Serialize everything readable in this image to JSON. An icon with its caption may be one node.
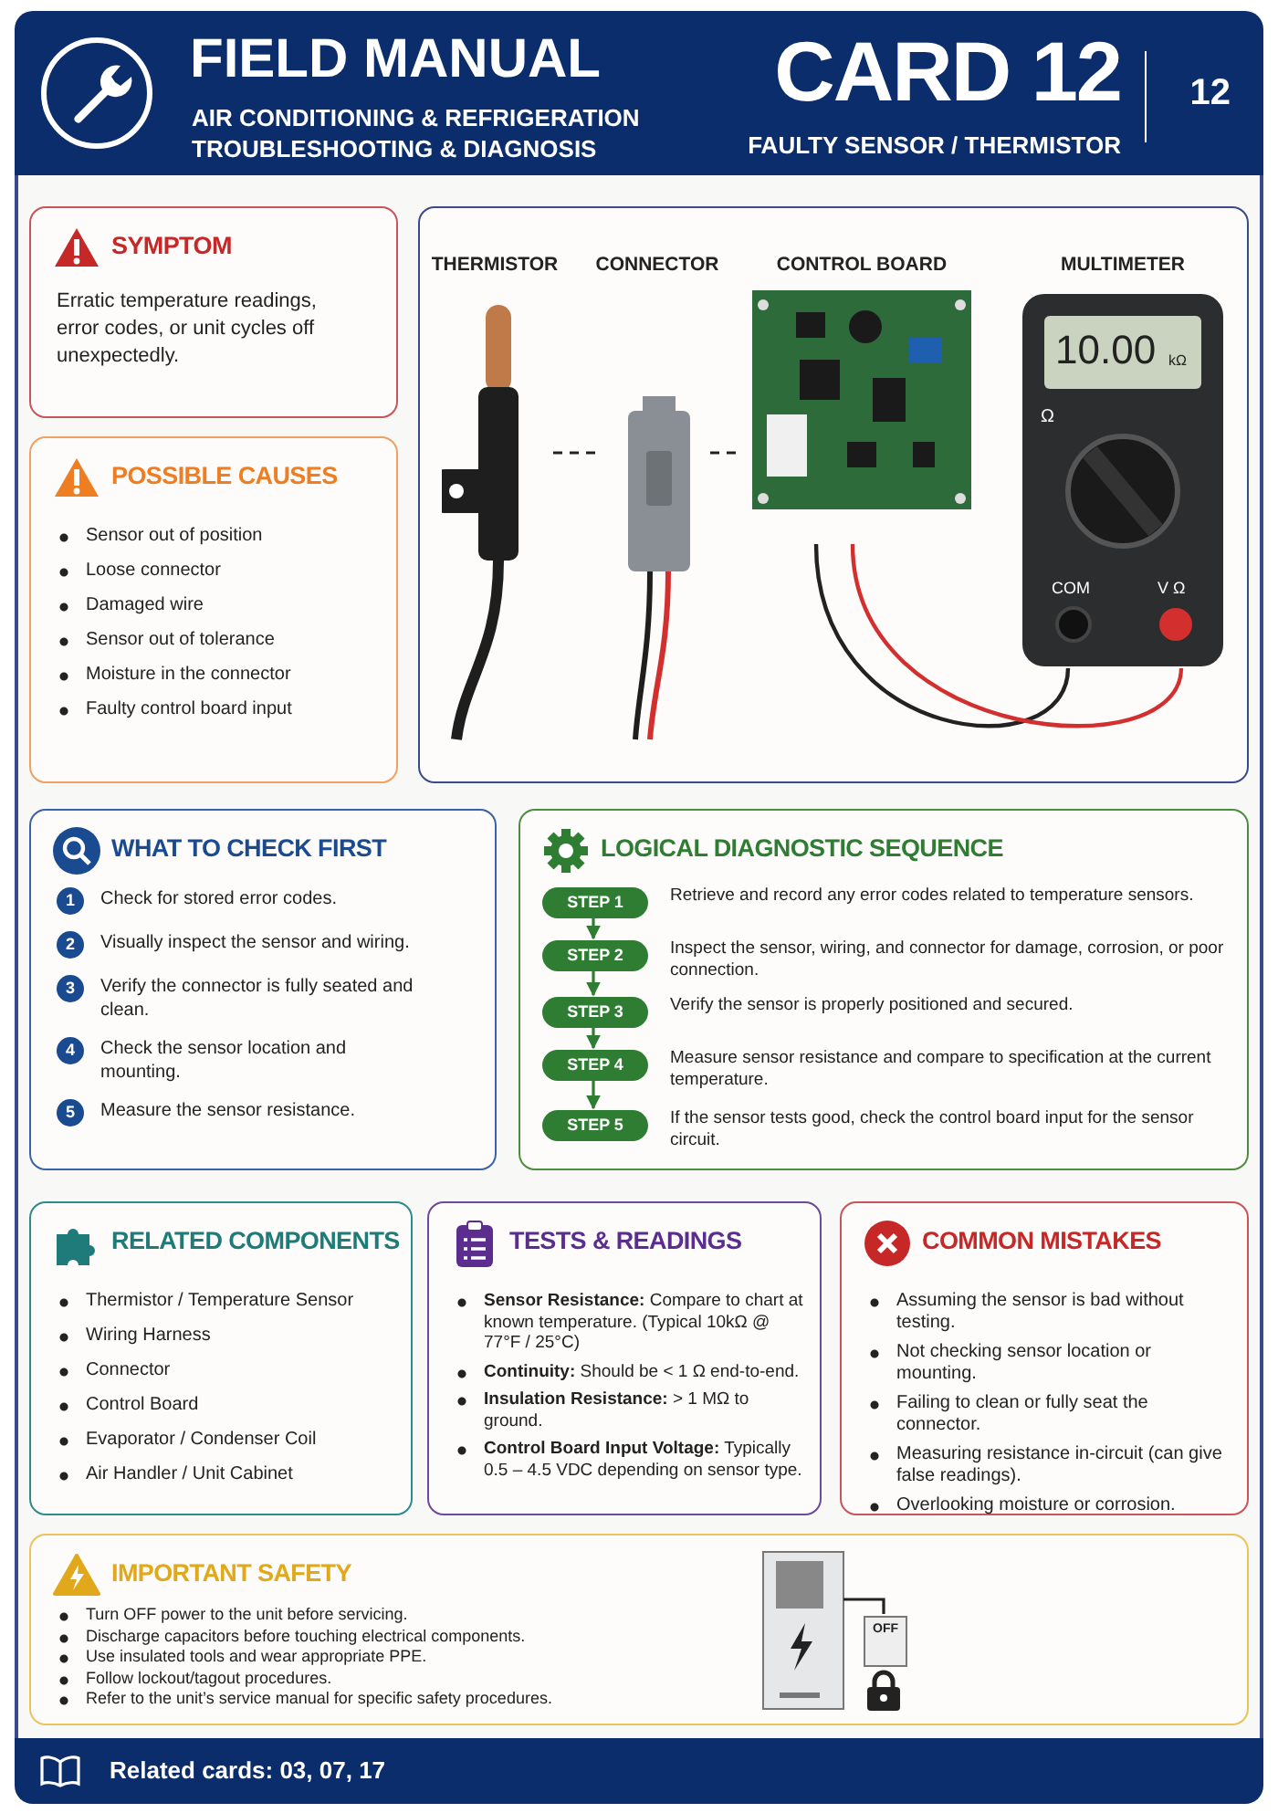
{
  "diagram": {
    "nodes": [
      {
        "text": [
          "FIELD MANUAL",
          "AIR CONDITIONING & REFRIGERATION TROUBLESHOOTING & DIAGNOSIS",
          "CARD 12",
          "FAULTY SENSOR / THERMISTOR",
          "12"
        ]
      },
      {
        "text": [
          "SYMPTOM",
          "Erratic temperature readings, error codes, or unit cycles off unexpectedly."
        ]
      },
      {
        "text": [
          "POSSIBLE CAUSES",
          "Sensor out of position",
          "Loose connector",
          "Damaged wire",
          "Sensor out of tolerance",
          "Moisture in the connector",
          "Faulty control board input"
        ]
      },
      {
        "text": [],
        "shape": "box"
      },
      {
        "text": [
          "THERMISTOR"
        ],
        "in": 3
      },
      {
        "text": [
          "CONNECTOR"
        ],
        "in": 3
      },
      {
        "text": [
          "CONTROL BOARD"
        ],
        "in": 3
      },
      {
        "text": [
          "MULTIMETER",
          "10.00",
          "kΩ",
          "Ω",
          "COM",
          "V Ω"
        ],
        "in": 3
      },
      {
        "text": [
          "WHAT TO CHECK FIRST",
          "1",
          "Check for stored error codes.",
          "2",
          "Visually inspect the sensor and wiring.",
          "3",
          "Verify the connector is fully seated and clean.",
          "4",
          "Check the sensor location and mounting.",
          "5",
          "Measure the sensor resistance."
        ]
      },
      {
        "text": [
          "LOGICAL DIAGNOSTIC SEQUENCE"
        ]
      },
      {
        "text": [
          "STEP 1"
        ],
        "in": 9,
        "beside": [
          "Retrieve and record any error codes related to temperature sensors."
        ]
      },
      {
        "text": [
          "STEP 2"
        ],
        "in": 9,
        "beside": [
          "Inspect the sensor, wiring, and connector for damage, corrosion, or poor connection."
        ]
      },
      {
        "text": [
          "STEP 3"
        ],
        "in": 9,
        "beside": [
          "Verify the sensor is properly positioned and secured."
        ]
      },
      {
        "text": [
          "STEP 4"
        ],
        "in": 9,
        "beside": [
          "Measure sensor resistance and compare to specification at the current temperature."
        ]
      },
      {
        "text": [
          "STEP 5"
        ],
        "in": 9,
        "beside": [
          "If the sensor tests good, check the control board input for the sensor circuit."
        ]
      },
      {
        "text": [
          "RELATED COMPONENTS",
          "Thermistor / Temperature Sensor",
          "Wiring Harness",
          "Connector",
          "Control Board",
          "Evaporator / Condenser Coil",
          "Air Handler / Unit Cabinet"
        ]
      },
      {
        "text": [
          "TESTS & READINGS",
          "**Sensor Resistance:** Compare to chart at known temperature. (Typical 10kΩ @ 77°F / 25°C)",
          "**Continuity:** Should be < 1 Ω end-to-end.",
          "**Insulation Resistance:** > 1 MΩ to ground.",
          "**Control Board Input Voltage:** Typically 0.5 – 4.5 VDC depending on sensor type."
        ]
      },
      {
        "text": [
          "COMMON MISTAKES",
          "Assuming the sensor is bad without testing.",
          "Not checking sensor location or mounting.",
          "Failing to clean or fully seat the connector.",
          "Measuring resistance in-circuit (can give false readings).",
          "Overlooking moisture or corrosion."
        ]
      },
      {
        "text": [
          "IMPORTANT SAFETY",
          "Turn OFF power to the unit before servicing.",
          "Discharge capacitors before touching electrical components.",
          "Use insulated tools and wear appropriate PPE.",
          "Follow lockout/tagout procedures.",
          "Refer to the unit’s service manual for specific safety procedures."
        ]
      },
      {
        "text": [],
        "shape": "picture",
        "in": 18
      },
      {
        "text": [
          "OFF"
        ],
        "in": 18
      },
      {
        "text": [
          "Related cards: 03, 07, 17"
        ]
      }
    ],
    "edges": [
      {
        "from": 4,
        "to": 5,
        "arrow": "none",
        "style": "dashed"
      },
      {
        "from": 5,
        "to": 6,
        "arrow": "none",
        "style": "dashed"
      },
      {
        "from": 7,
        "to": 6,
        "arrow": "none",
        "color": "#222222"
      },
      {
        "from": 7,
        "to": 6,
        "arrow": "none",
        "color": "#d32f2f"
      },
      {
        "from": 10,
        "to": 11,
        "arrow": "to",
        "color": "#2e7d32"
      },
      {
        "from": 11,
        "to": 12,
        "arrow": "to",
        "color": "#2e7d32"
      },
      {
        "from": 12,
        "to": 13,
        "arrow": "to",
        "color": "#2e7d32"
      },
      {
        "from": 13,
        "to": 14,
        "arrow": "to",
        "color": "#2e7d32"
      },
      {
        "from": 19,
        "to": 20,
        "arrow": "none"
      }
    ]
  }
}
